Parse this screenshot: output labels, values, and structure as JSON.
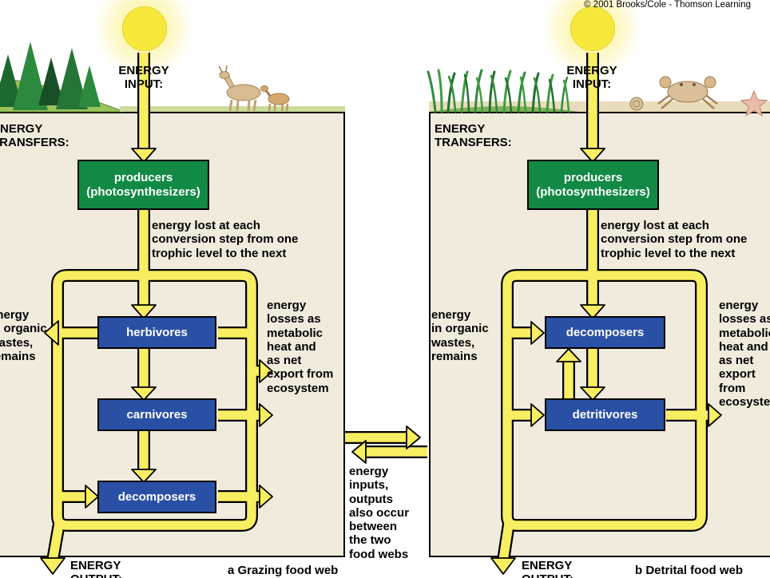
{
  "copyright": "© 2001 Brooks/Cole - Thomson Learning",
  "colors": {
    "arrow": "#f8ee62",
    "producers_green": "#128a45",
    "consumers_blue": "#2a50a5",
    "panel_beige": "#f0ebdd"
  },
  "connector": {
    "note": "energy\ninputs,\noutputs\nalso occur\nbetween\nthe two\nfood webs"
  },
  "panels": {
    "grazing": {
      "energy_input": "ENERGY\nINPUT:",
      "energy_transfers": "ENERGY\nTRANSFERS:",
      "producers": "producers\n(photosynthesizers)",
      "energy_lost_note": "energy lost at each\nconversion step from one\ntrophic level to the next",
      "wastes_note": "energy\nin organic\nwastes,\nremains",
      "losses_note": "energy\nlosses as\nmetabolic\nheat and\nas net\nexport from\necosystem",
      "trophic_boxes": [
        "herbivores",
        "carnivores",
        "decomposers"
      ],
      "energy_output": "ENERGY\nOUTPUT:",
      "caption": "a Grazing food web"
    },
    "detrital": {
      "energy_input": "ENERGY\nINPUT:",
      "energy_transfers": "ENERGY\nTRANSFERS:",
      "producers": "producers\n(photosynthesizers)",
      "energy_lost_note": "energy lost at each\nconversion step from one\ntrophic level to the next",
      "wastes_note": "energy\nin organic\nwastes,\nremains",
      "losses_note": "energy\nlosses as\nmetabolic\nheat and\nas net\nexport\nfrom\necosystem",
      "trophic_boxes": [
        "decomposers",
        "detritivores"
      ],
      "energy_output": "ENERGY\nOUTPUT:",
      "caption": "b Detrital food web"
    }
  }
}
